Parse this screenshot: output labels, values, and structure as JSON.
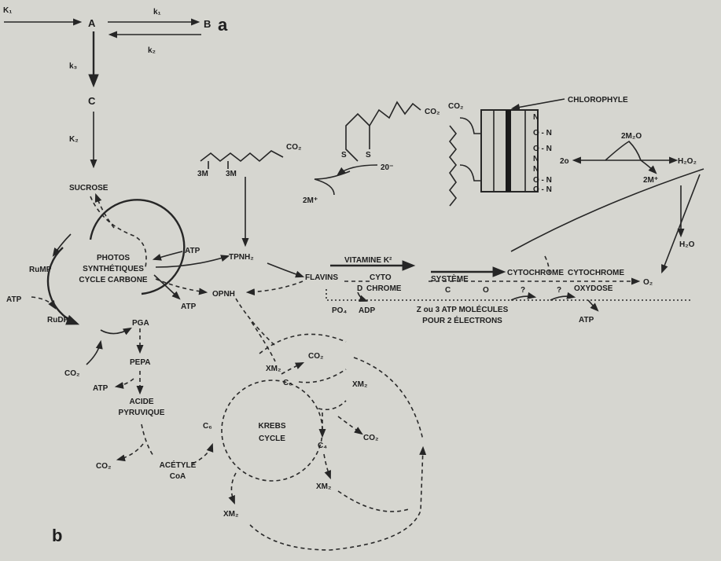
{
  "diagram_a": {
    "labels": {
      "k1_in": "K₁",
      "A": "A",
      "k1": "k₁",
      "B": "B",
      "k2_back": "k₂",
      "k3": "k₃",
      "C": "C",
      "k2_down": "K₂"
    },
    "panel_letter": "a"
  },
  "diagram_b": {
    "panel_letter": "b",
    "photo_cycle": {
      "line1": "PHOTOS",
      "line2": "SYNTHÉTIQUES",
      "line3": "CYCLE CARBONE"
    },
    "metabolites": {
      "sucrose": "SUCROSE",
      "rump": "RuMP",
      "atp_rump": "ATP",
      "rudp": "RuDP",
      "pga": "PGA",
      "co2_rudp": "CO₂",
      "atp_photo_in": "ATP",
      "atp_photo_out": "ATP",
      "pepa": "PEPA",
      "atp_pepa": "ATP",
      "acide_line1": "ACIDE",
      "acide_line2": "PYRUVIQUE",
      "co2_acetyl": "CO₂",
      "acetyle_line1": "ACÉTYLE",
      "acetyle_line2": "CoA",
      "tpnh2": "TPNH₂",
      "opnh": "OPNH",
      "flavins": "FLAVINS"
    },
    "krebs": {
      "title_line1": "KREBS",
      "title_line2": "CYCLE",
      "c6_top": "C₆",
      "c6_left": "C₆",
      "c4": "C₄",
      "xm2_top": "XM₂",
      "xm2_right": "XM₂",
      "xm2_left_bottom": "XM₂",
      "xm2_bottom": "XM₂",
      "co2_top": "CO₂",
      "co2_right": "CO₂"
    },
    "electron_chain": {
      "vitamine": "VITAMINE K²",
      "cyto_line1": "CYTO",
      "cyto_line2": "CHROME",
      "d": "D",
      "systeme": "SYSTÈME",
      "c": "C",
      "o": "O",
      "cytochrome_1": "CYTOCHROME",
      "cytochrome_2": "CYTOCHROME",
      "oxydose": "OXYDOSE",
      "q1": "?",
      "q2": "?",
      "o2": "O₂",
      "h2o": "H₂O",
      "h2o2": "H₂O₂",
      "po4": "PO₄",
      "adp": "ADP",
      "atp_out": "ATP",
      "note_line1": "Z ou 3 ATP  MOLÉCULES",
      "note_line2": "POUR 2 ÉLECTRONS"
    },
    "structures": {
      "co2_chain": "CO₂",
      "co2_disulfide": "CO₂",
      "3m_left": "3M",
      "3m_right": "3M",
      "s_left": "S",
      "s_right": "S",
      "two_m_plus_left": "2M⁺",
      "twenty_minus": "20⁻",
      "chlorophyle": "CHLOROPHYLE",
      "co2_membrane": "CO₂",
      "n_labels": [
        "N",
        "O - N",
        "O - N",
        "N",
        "N",
        "O - N",
        "O - N"
      ],
      "two_o": "2o",
      "two_m2o": "2M₂O",
      "two_m_plus_right": "2M⁺"
    }
  }
}
